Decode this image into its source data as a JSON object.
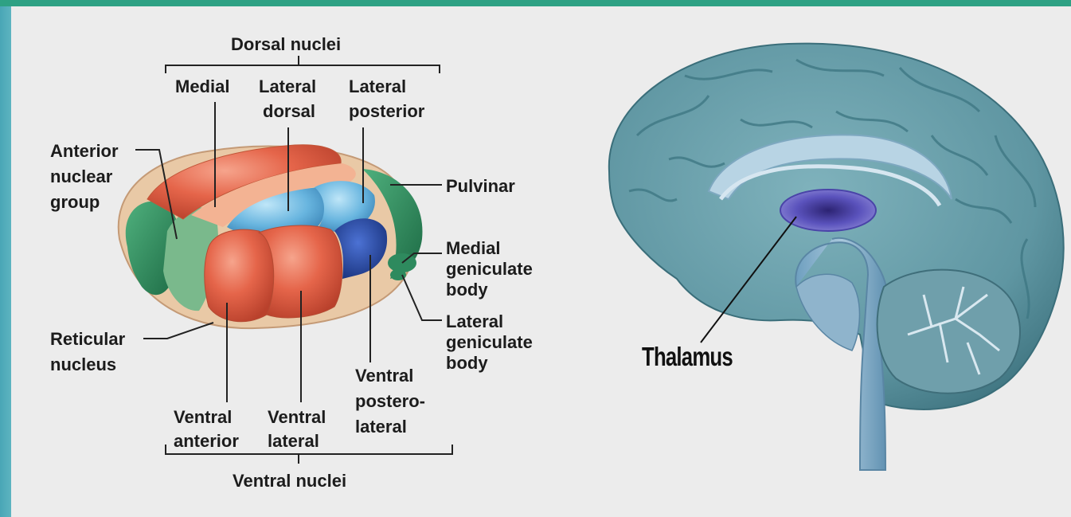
{
  "thalamus_diagram": {
    "dorsal_group": "Dorsal nuclei",
    "medial": "Medial",
    "lateral_dorsal_1": "Lateral",
    "lateral_dorsal_2": "dorsal",
    "lateral_posterior_1": "Lateral",
    "lateral_posterior_2": "posterior",
    "anterior_1": "Anterior",
    "anterior_2": "nuclear",
    "anterior_3": "group",
    "pulvinar": "Pulvinar",
    "medial_geniculate_1": "Medial",
    "medial_geniculate_2": "geniculate",
    "medial_geniculate_3": "body",
    "lateral_geniculate_1": "Lateral",
    "lateral_geniculate_2": "geniculate",
    "lateral_geniculate_3": "body",
    "reticular_1": "Reticular",
    "reticular_2": "nucleus",
    "ventral_posterolateral_1": "Ventral",
    "ventral_posterolateral_2": "postero-",
    "ventral_posterolateral_3": "lateral",
    "ventral_anterior_1": "Ventral",
    "ventral_anterior_2": "anterior",
    "ventral_lateral_1": "Ventral",
    "ventral_lateral_2": "lateral",
    "ventral_group": "Ventral nuclei"
  },
  "brain_diagram": {
    "thalamus_label": "Thalamus"
  },
  "colors": {
    "frame_green": "#2ea184",
    "frame_blue": "#49a6b6",
    "panel_bg": "#ececec",
    "red_nuclei": "#e5654a",
    "green_nuclei": "#2e8a5e",
    "blue_nuclei": "#68b5df",
    "dark_blue_nucleus": "#26439a",
    "brain_teal": "#5f96a2",
    "thalamus_purple": "#6a62c8"
  }
}
